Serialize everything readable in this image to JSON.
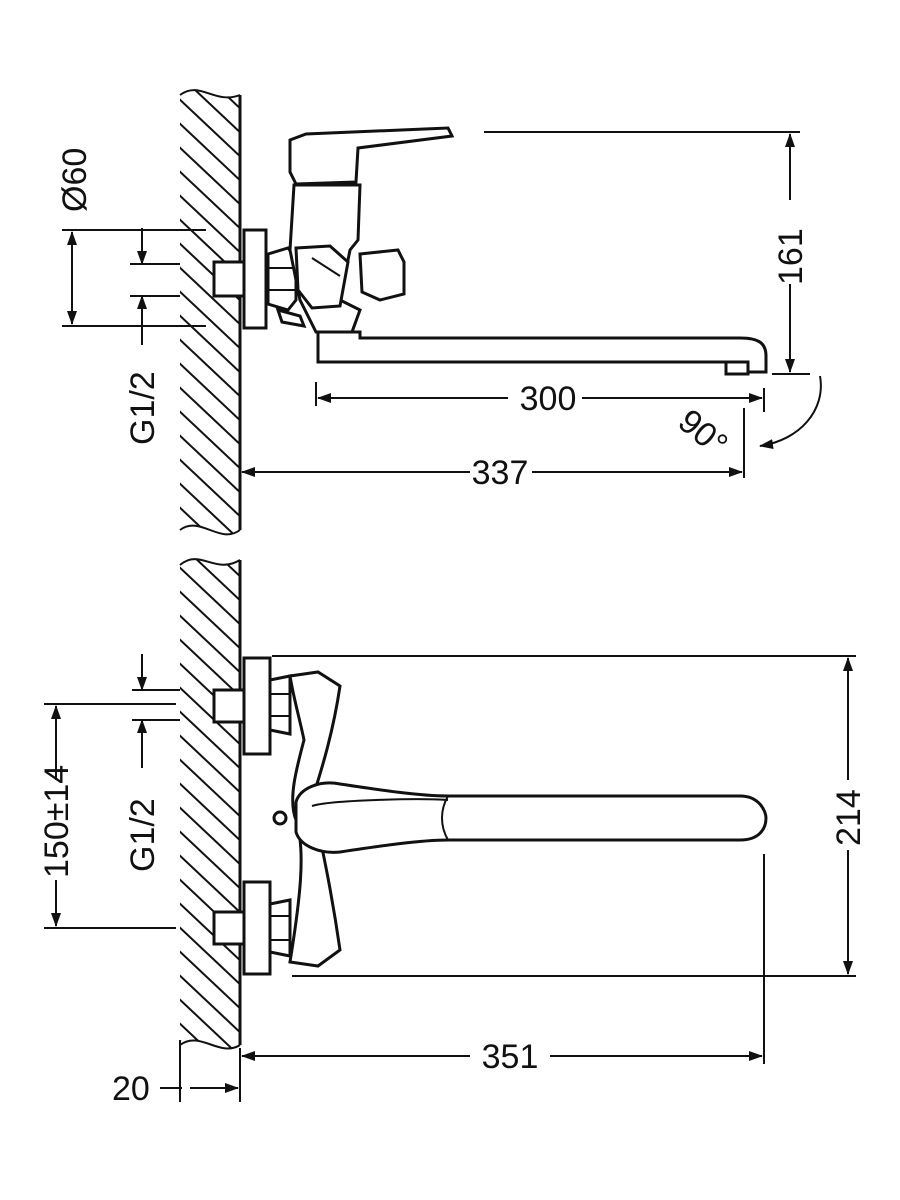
{
  "diagram": {
    "line_color": "#111111",
    "background": "#ffffff",
    "top_view": {
      "dim_diameter": "Ø60",
      "dim_thread": "G1/2",
      "dim_height": "161",
      "dim_spout": "300",
      "dim_total": "337",
      "dim_angle": "90°"
    },
    "front_view": {
      "dim_centers": "150±14",
      "dim_thread": "G1/2",
      "dim_height": "214",
      "dim_length": "351",
      "dim_wall": "20"
    }
  }
}
